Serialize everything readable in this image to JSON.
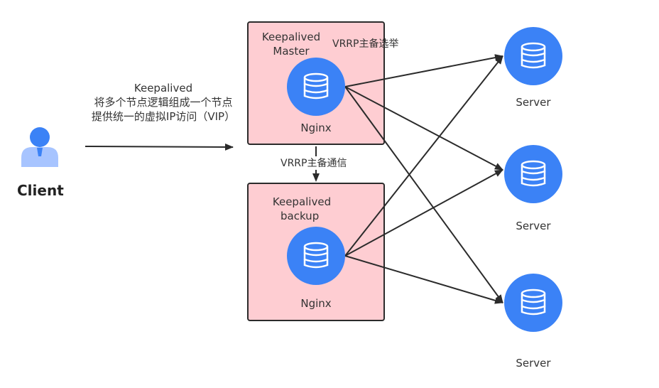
{
  "colors": {
    "box_fill": "#fecdd2",
    "box_border": "#2b2b2b",
    "node_blue": "#3b82f6",
    "client_body": "#a7c4ff",
    "arrow": "#2b2b2b"
  },
  "client": {
    "label": "Client",
    "icon": "user-icon"
  },
  "client_arrow_text": {
    "line1": "Keepalived",
    "line2": "将多个节点逻辑组成一个节点",
    "line3": "提供统一的虚拟IP访问（VIP）"
  },
  "master": {
    "title_line1": "Keepalived",
    "title_line2": "Master",
    "node_label": "Nginx",
    "icon": "database-icon"
  },
  "backup": {
    "title_line1": "Keepalived",
    "title_line2": "backup",
    "node_label": "Nginx",
    "icon": "database-icon"
  },
  "vrrp_election_label": "VRRP主备选举",
  "vrrp_comm_label": "VRRP主备通信",
  "servers": [
    {
      "label": "Server",
      "icon": "database-icon"
    },
    {
      "label": "Server",
      "icon": "database-icon"
    },
    {
      "label": "Server",
      "icon": "database-icon"
    }
  ]
}
